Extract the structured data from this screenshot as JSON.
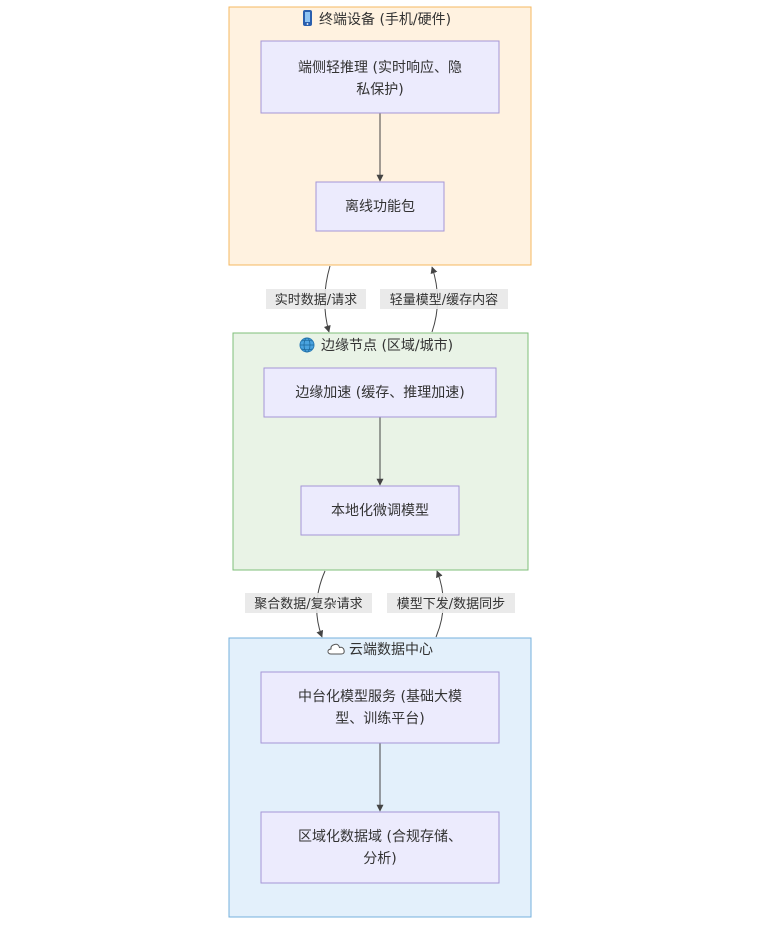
{
  "clusters": [
    {
      "title": "终端设备 (手机/硬件)",
      "icon": "mobile-phone-icon",
      "fill": "#fff2e0",
      "stroke": "#f5b860"
    },
    {
      "title": "边缘节点 (区域/城市)",
      "icon": "globe-icon",
      "fill": "#e9f3e6",
      "stroke": "#7fbf7a"
    },
    {
      "title": "云端数据中心",
      "icon": "cloud-icon",
      "fill": "#e3f0fb",
      "stroke": "#74b0dd"
    }
  ],
  "nodes": [
    {
      "lines": [
        "端侧轻推理 (实时响应、隐",
        "私保护)"
      ]
    },
    {
      "lines": [
        "离线功能包"
      ]
    },
    {
      "lines": [
        "边缘加速 (缓存、推理加速)"
      ]
    },
    {
      "lines": [
        "本地化微调模型"
      ]
    },
    {
      "lines": [
        "中台化模型服务 (基础大模",
        "型、训练平台)"
      ]
    },
    {
      "lines": [
        "区域化数据域 (合规存储、",
        "分析)"
      ]
    }
  ],
  "edge_labels": [
    "实时数据/请求",
    "轻量模型/缓存内容",
    "聚合数据/复杂请求",
    "模型下发/数据同步"
  ],
  "colors": {
    "node_fill": "#ecebfd",
    "node_stroke": "#a596d6",
    "edge": "#444444",
    "edge_label_bg": "#e8e8e8"
  }
}
